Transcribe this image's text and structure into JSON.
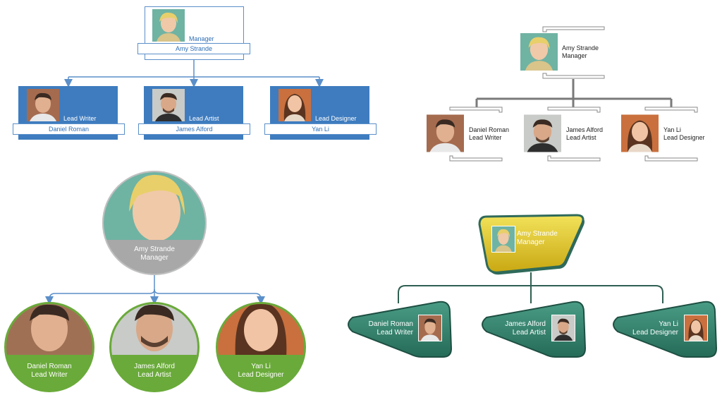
{
  "colors": {
    "blue": "#3e7cbf",
    "green": "#6aaa3a",
    "teal": "#2f7d68",
    "yellow": "#d8c51a",
    "gray": "#999999"
  },
  "chart1": {
    "manager": {
      "name": "Amy Strande",
      "role": "Manager"
    },
    "reports": [
      {
        "name": "Daniel Roman",
        "role": "Lead Writer"
      },
      {
        "name": "James Alford",
        "role": "Lead Artist"
      },
      {
        "name": "Yan Li",
        "role": "Lead Designer"
      }
    ]
  },
  "chart2": {
    "manager": {
      "name": "Amy Strande",
      "role": "Manager"
    },
    "reports": [
      {
        "name": "Daniel Roman",
        "role": "Lead Writer"
      },
      {
        "name": "James Alford",
        "role": "Lead Artist"
      },
      {
        "name": "Yan Li",
        "role": "Lead Designer"
      }
    ]
  },
  "chart3": {
    "manager": {
      "name": "Amy Strande",
      "role": "Manager"
    },
    "reports": [
      {
        "name": "Daniel Roman",
        "role": "Lead Writer"
      },
      {
        "name": "James Alford",
        "role": "Lead Artist"
      },
      {
        "name": "Yan Li",
        "role": "Lead Designer"
      }
    ]
  },
  "chart4": {
    "manager": {
      "name": "Amy Strande",
      "role": "Manager"
    },
    "reports": [
      {
        "name": "Daniel Roman",
        "role": "Lead Writer"
      },
      {
        "name": "James Alford",
        "role": "Lead Artist"
      },
      {
        "name": "Yan Li",
        "role": "Lead Designer"
      }
    ]
  }
}
